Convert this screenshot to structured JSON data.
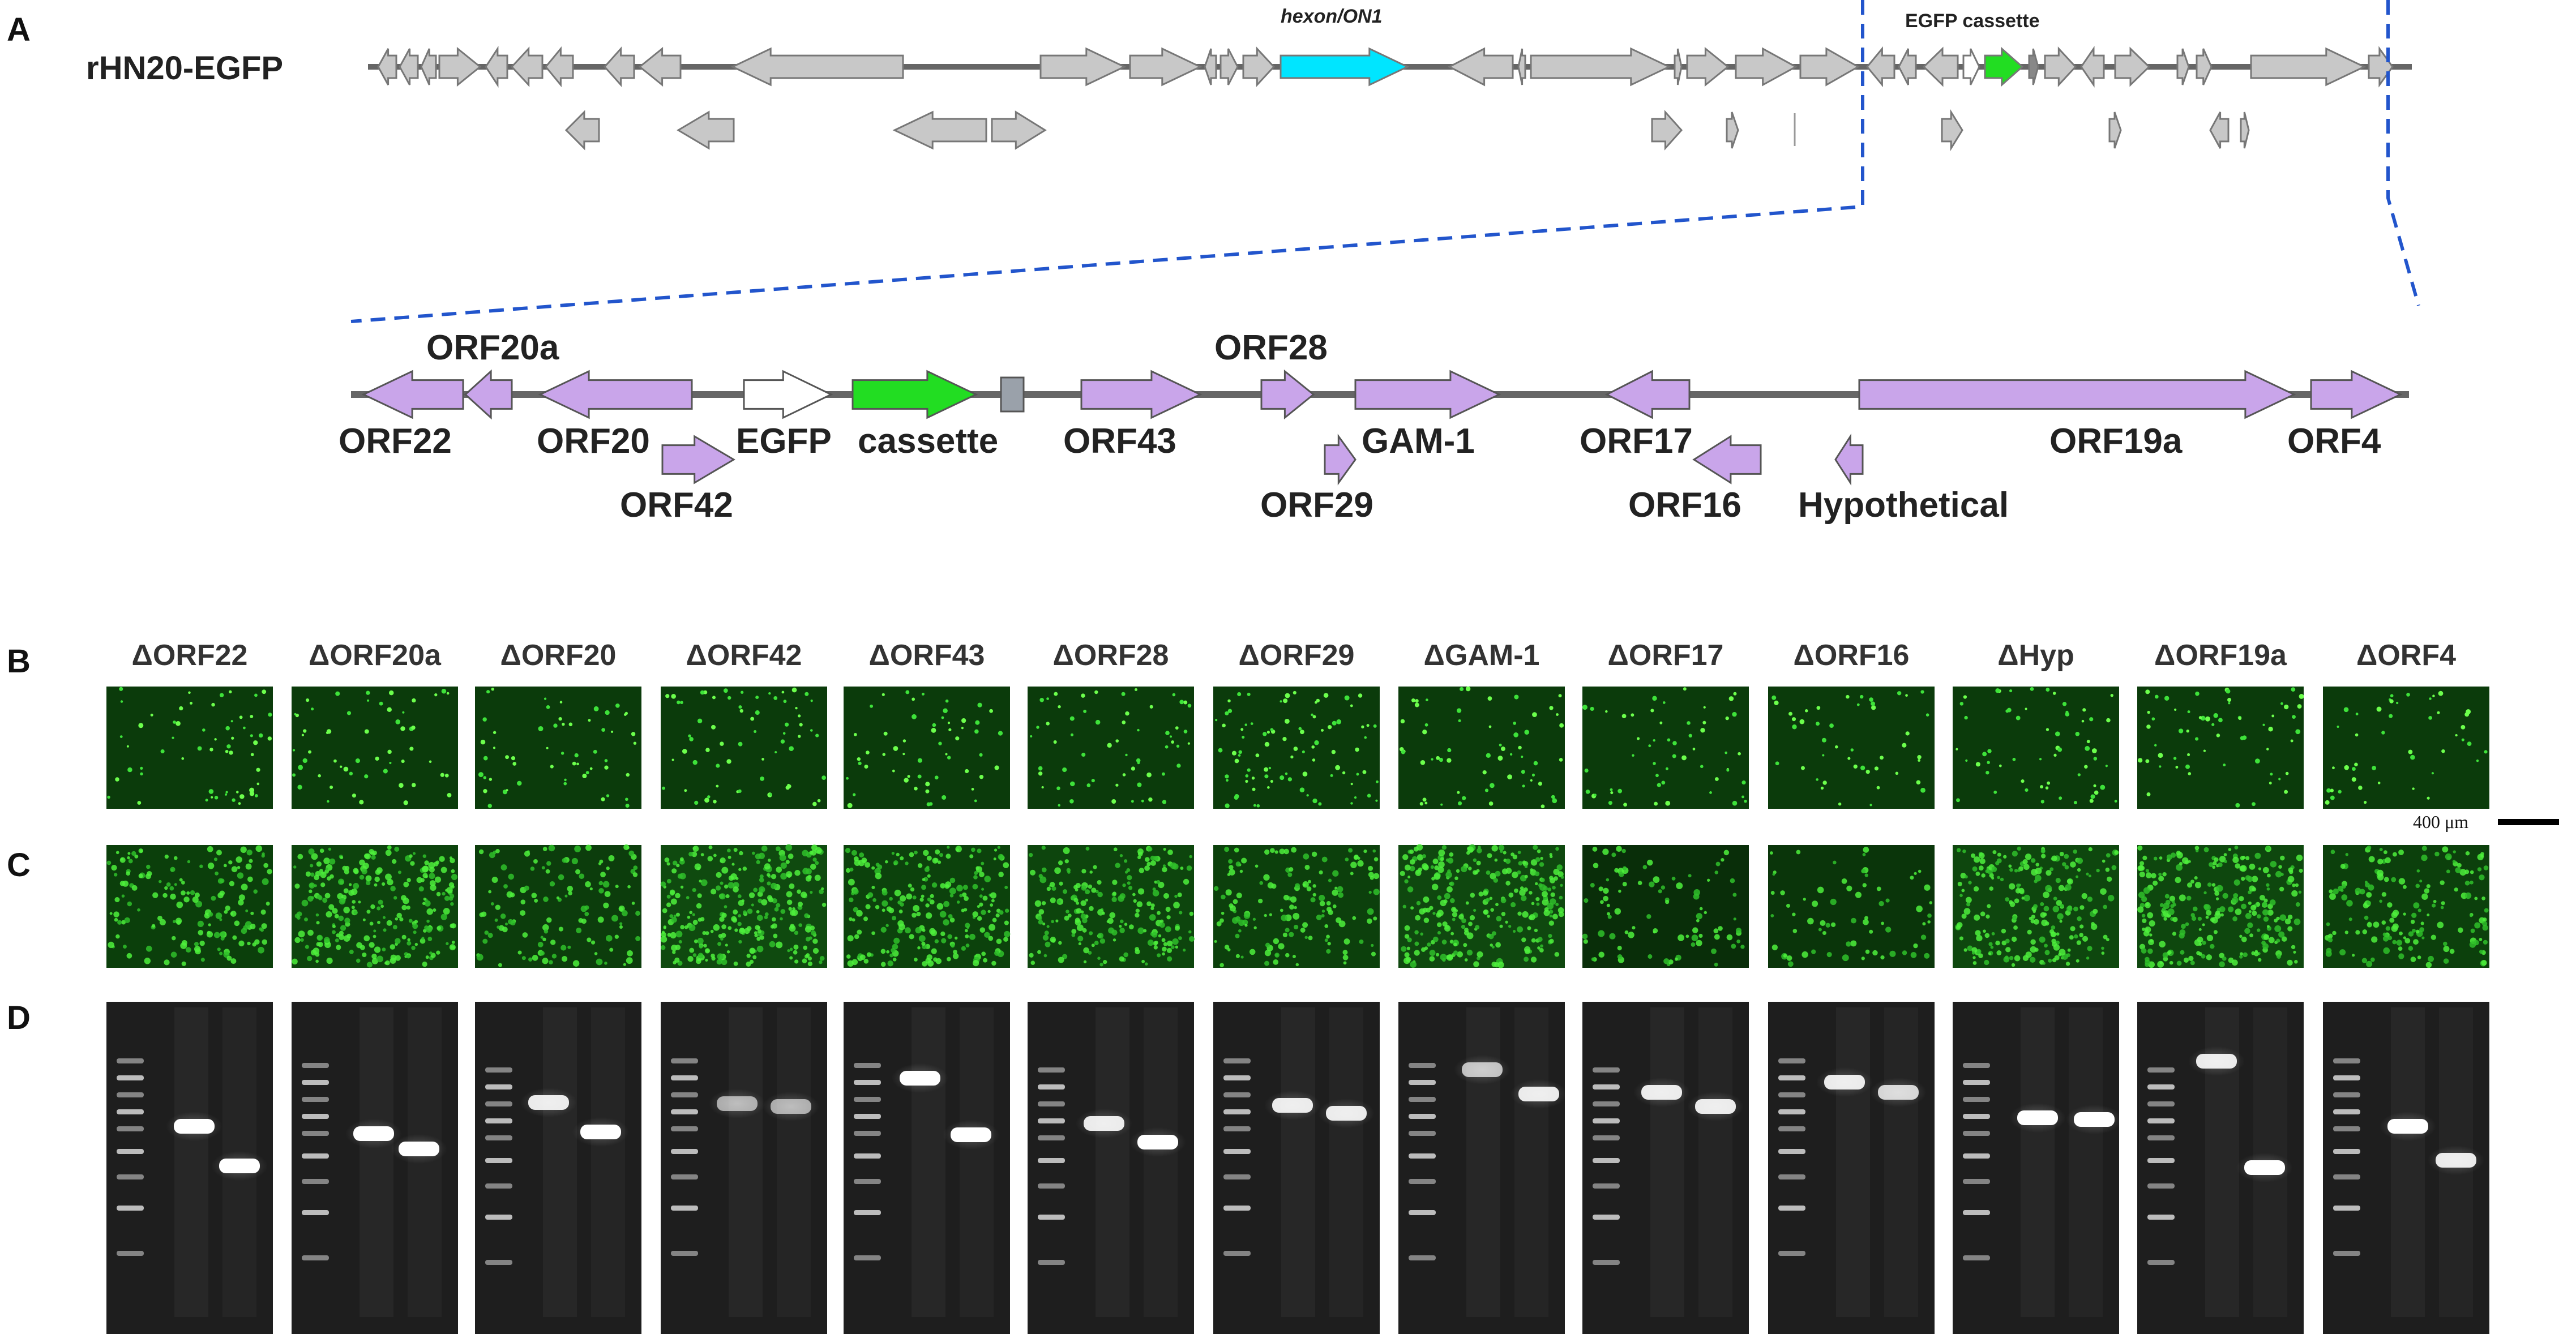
{
  "panels": {
    "a": "A",
    "b": "B",
    "c": "C",
    "d": "D"
  },
  "genome": {
    "name": "rHN20-EGFP",
    "hexon_label": "hexon/ON1",
    "egfp_label": "EGFP  cassette"
  },
  "detail_labels": [
    "ORF20a",
    "ORF28",
    "ORF22",
    "ORF20",
    "EGFP",
    "cassette",
    "ORF43",
    "GAM-1",
    "ORF17",
    "ORF19a",
    "ORF4",
    "ORF42",
    "ORF29",
    "ORF16",
    "Hypothetical"
  ],
  "columns": [
    "ΔORF22",
    "ΔORF20a",
    "ΔORF20",
    "ΔORF42",
    "ΔORF43",
    "ΔORF28",
    "ΔORF29",
    "ΔGAM-1",
    "ΔORF17",
    "ΔORF16",
    "ΔHyp",
    "ΔORF19a",
    "ΔORF4"
  ],
  "scale_bar": "400 μm",
  "colors": {
    "gene_gray": "#c8c8c8",
    "hexon": "#00e5ff",
    "egfp": "#22dd22",
    "orf_purple": "#c9a5ea",
    "dashed": "#2255cc"
  }
}
